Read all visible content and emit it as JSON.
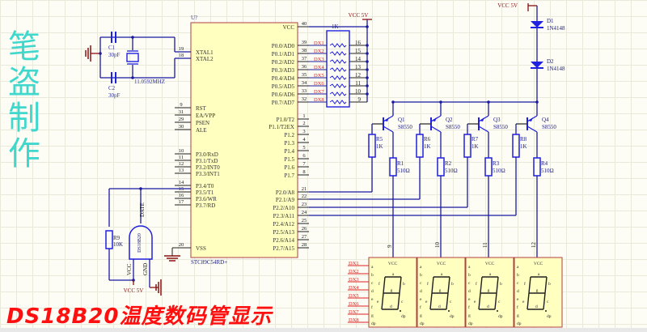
{
  "watermark": [
    "笔",
    "盗",
    "制",
    "作"
  ],
  "banner": "DS18B20温度数码管显示",
  "colors": {
    "wire": "#1a1aa0",
    "component": "#2020e0",
    "power": "#8a1010",
    "chip_fill": "#ffffc0",
    "chip_border": "#b04040",
    "net_label": "#e02020",
    "watermark": "#40d8cc",
    "banner": "#ff1010"
  },
  "mcu": {
    "designator": "U?",
    "part": "STC89C54RD+",
    "left_pins": [
      {
        "num": "19",
        "name": "XTAL1"
      },
      {
        "num": "18",
        "name": "XTAL2"
      },
      {
        "num": "9",
        "name": "RST"
      },
      {
        "num": "31",
        "name": "EA/VPP"
      },
      {
        "num": "29",
        "name": "PSEN"
      },
      {
        "num": "30",
        "name": "ALE"
      },
      {
        "num": "10",
        "name": "P3.0/RxD"
      },
      {
        "num": "11",
        "name": "P3.1/TxD"
      },
      {
        "num": "12",
        "name": "P3.2/INT0"
      },
      {
        "num": "13",
        "name": "P3.3/INT1"
      },
      {
        "num": "14",
        "name": "P3.4/T0"
      },
      {
        "num": "15",
        "name": "P3.5/T1"
      },
      {
        "num": "16",
        "name": "P3.6/WR"
      },
      {
        "num": "17",
        "name": "P3.7/RD"
      },
      {
        "num": "20",
        "name": "VSS"
      }
    ],
    "right_pins": [
      {
        "num": "40",
        "name": "VCC"
      },
      {
        "num": "39",
        "name": "P0.0/AD0"
      },
      {
        "num": "38",
        "name": "P0.1/AD1"
      },
      {
        "num": "37",
        "name": "P0.2/AD2"
      },
      {
        "num": "36",
        "name": "P0.3/AD3"
      },
      {
        "num": "35",
        "name": "P0.4/AD4"
      },
      {
        "num": "34",
        "name": "P0.5/AD5"
      },
      {
        "num": "33",
        "name": "P0.6/AD6"
      },
      {
        "num": "32",
        "name": "P0.7/AD7"
      },
      {
        "num": "1",
        "name": "P1.0/T2"
      },
      {
        "num": "2",
        "name": "P1.1/T2EX"
      },
      {
        "num": "3",
        "name": "P1.2"
      },
      {
        "num": "4",
        "name": "P1.3"
      },
      {
        "num": "5",
        "name": "P1.4"
      },
      {
        "num": "6",
        "name": "P1.5"
      },
      {
        "num": "7",
        "name": "P1.6"
      },
      {
        "num": "8",
        "name": "P1.7"
      },
      {
        "num": "21",
        "name": "P2.0/A8"
      },
      {
        "num": "22",
        "name": "P2.1/A9"
      },
      {
        "num": "23",
        "name": "P2.2/A10"
      },
      {
        "num": "24",
        "name": "P2.3/A11"
      },
      {
        "num": "25",
        "name": "P2.4/A12"
      },
      {
        "num": "26",
        "name": "P2.5/A13"
      },
      {
        "num": "27",
        "name": "P2.6/A14"
      },
      {
        "num": "28",
        "name": "P2.7/A15"
      }
    ]
  },
  "crystal": {
    "c1": {
      "name": "C1",
      "value": "30pF"
    },
    "c2": {
      "name": "C2",
      "value": "30pF"
    },
    "xtal": "11.0592MHZ"
  },
  "resistor_network": {
    "value": "1K",
    "power_label": "VCC 5V",
    "nets": [
      "DX1",
      "DX2",
      "DX3",
      "DX4",
      "DX5",
      "DX6",
      "DX7",
      "DX8"
    ],
    "pins": [
      "16",
      "15",
      "14",
      "13",
      "12",
      "11",
      "10",
      "9"
    ]
  },
  "sensor": {
    "part": "DS18B20",
    "data_label": "DATE",
    "vcc_label": "VCC",
    "gnd_label": "GND",
    "power_label": "VCC 5V",
    "pullup": {
      "name": "R9",
      "value": "10K"
    }
  },
  "diodes": {
    "power_label": "VCC 5V",
    "items": [
      {
        "name": "D1",
        "part": "1N4148"
      },
      {
        "name": "D2",
        "part": "1N4148"
      }
    ]
  },
  "drivers": [
    {
      "q": "Q1",
      "qpart": "S8550",
      "rb": "R5",
      "rbv": "1K",
      "rc": "R1",
      "rcv": "510Ω",
      "pin": "9"
    },
    {
      "q": "Q2",
      "qpart": "S8550",
      "rb": "R6",
      "rbv": "1K",
      "rc": "R2",
      "rcv": "510Ω",
      "pin": "10"
    },
    {
      "q": "Q3",
      "qpart": "S8550",
      "rb": "R7",
      "rbv": "1K",
      "rc": "R3",
      "rcv": "510Ω",
      "pin": "11"
    },
    {
      "q": "Q4",
      "qpart": "S8550",
      "rb": "R8",
      "rbv": "1K",
      "rc": "R4",
      "rcv": "510Ω",
      "pin": "12"
    }
  ],
  "display": {
    "vcc_label": "VCC",
    "segment_pins": [
      "a",
      "b",
      "c",
      "d",
      "e",
      "f",
      "g",
      "dp"
    ],
    "segment_labels": [
      "a",
      "b",
      "c",
      "d",
      "e",
      "f",
      "g",
      "dp"
    ],
    "nets": [
      "DX1",
      "DX2",
      "DX3",
      "DX4",
      "DX5",
      "DX6",
      "DX7",
      "DX8"
    ],
    "digits": 4
  }
}
